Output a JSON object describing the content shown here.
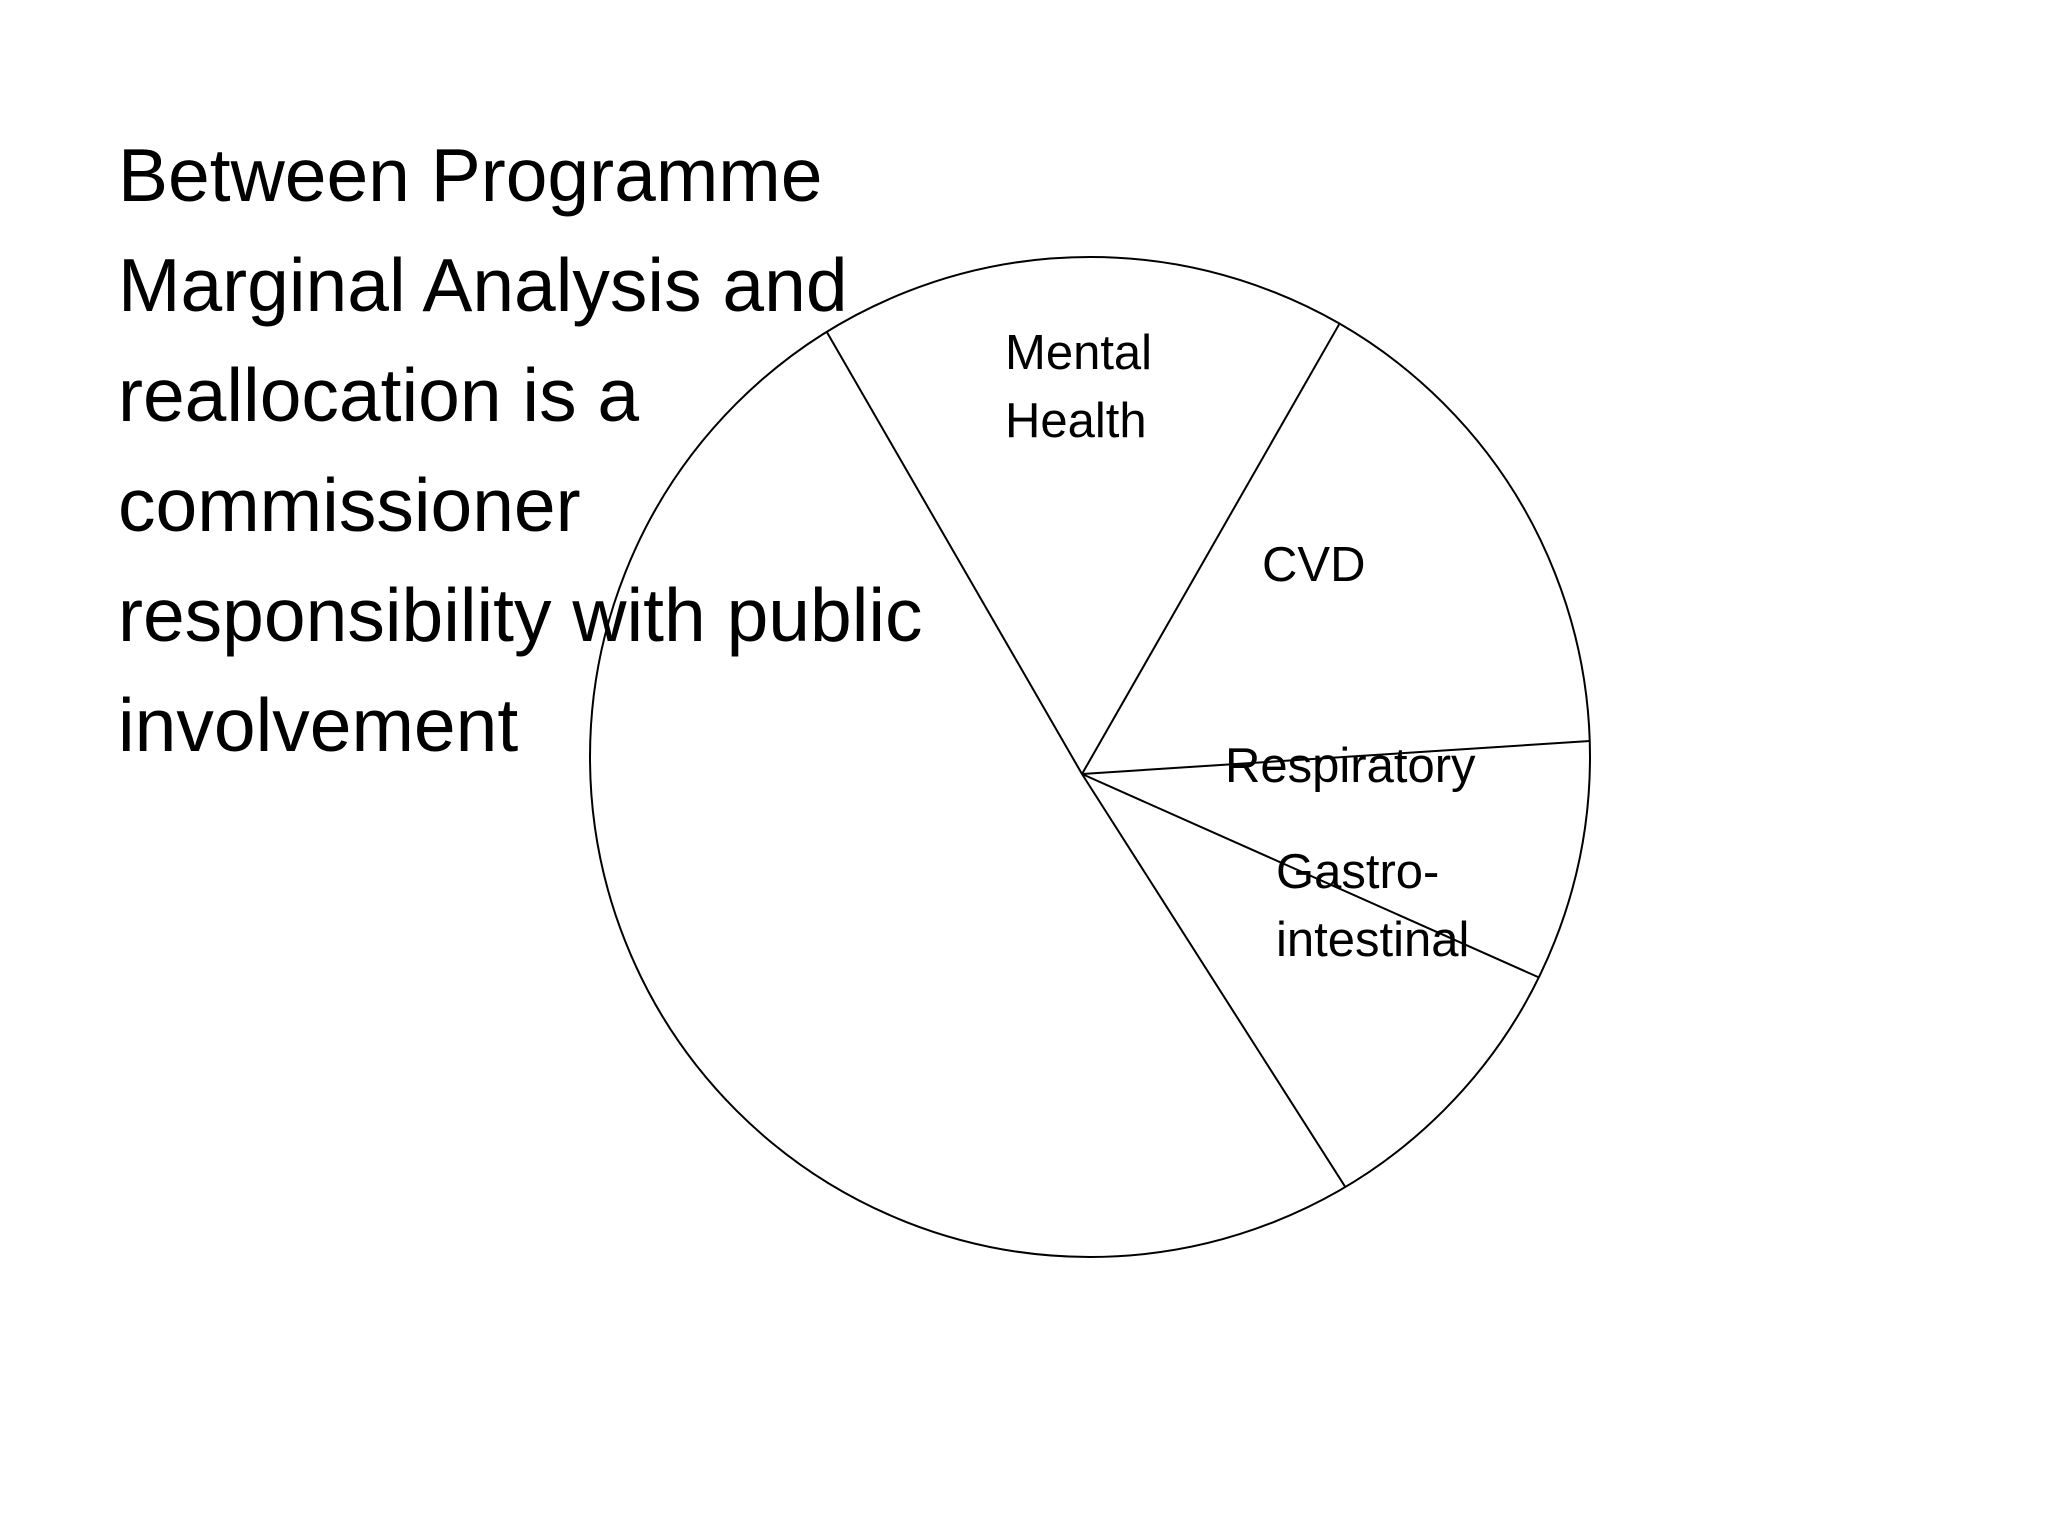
{
  "slide": {
    "title_lines": [
      "Between Programme",
      "Marginal Analysis and",
      "reallocation is a",
      "commissioner",
      "responsibility with public",
      "involvement"
    ]
  },
  "diagram": {
    "type": "pie",
    "fill": "#ffffff",
    "stroke": "#000000",
    "slices": [
      {
        "id": "mental-health",
        "label_lines": [
          "Mental",
          "Health"
        ],
        "share_percent": 16.6
      },
      {
        "id": "cvd",
        "label_lines": [
          "CVD"
        ],
        "share_percent": 15.7
      },
      {
        "id": "respiratory",
        "label_lines": [
          "Respiratory"
        ],
        "share_percent": 7.7
      },
      {
        "id": "gastrointestinal",
        "label_lines": [
          "Gastro-",
          "intestinal"
        ],
        "share_percent": 9.3
      },
      {
        "id": "unlabelled",
        "label_lines": [],
        "share_percent": 50.7
      }
    ]
  }
}
